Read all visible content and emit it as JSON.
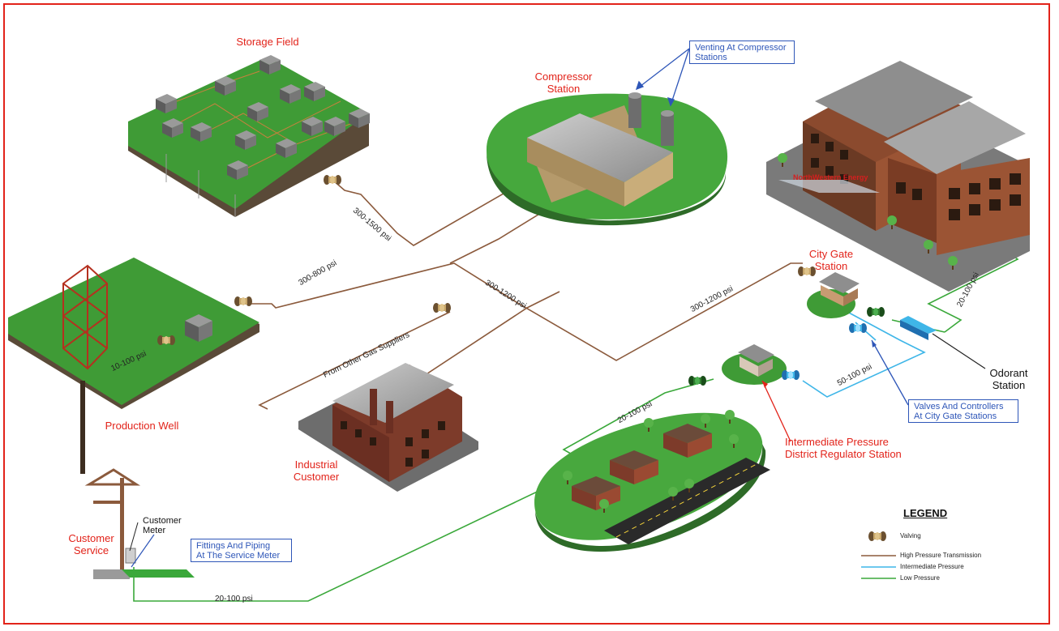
{
  "labels": {
    "storage_field": "Storage Field",
    "compressor_station": "Compressor\nStation",
    "production_well": "Production Well",
    "industrial_customer": "Industrial\nCustomer",
    "city_gate_station": "City Gate\nStation",
    "intermediate_station": "Intermediate Pressure\nDistrict Regulator Station",
    "customer_service": "Customer\nService",
    "customer_meter": "Customer\nMeter",
    "odorant_station": "Odorant\nStation",
    "other_suppliers": "From Other Gas Suppliers",
    "company_sign": "NorthWestern Energy"
  },
  "callouts": {
    "venting": "Venting At Compressor\nStations",
    "valves_controllers": "Valves And Controllers\nAt City Gate Stations",
    "fittings": "Fittings And Piping\nAt The Service Meter"
  },
  "pressures": {
    "p1": "300-1500 psi",
    "p2": "300-800 psi",
    "p3": "10-100 psi",
    "p4": "300-1200 psi",
    "p5": "300-1200 psi",
    "p6": "20-100 psi",
    "p7": "50-100 psi",
    "p8": "20-100 psi",
    "p9": "20-100 psi"
  },
  "legend": {
    "title": "LEGEND",
    "items": [
      {
        "label": "Valving",
        "kind": "valve"
      },
      {
        "label": "High Pressure Transmission",
        "kind": "line",
        "color": "#8b5a3c"
      },
      {
        "label": "Intermediate Pressure",
        "kind": "line",
        "color": "#3fb6e8"
      },
      {
        "label": "Low Pressure",
        "kind": "line",
        "color": "#3aa83a"
      }
    ]
  },
  "colors": {
    "high": "#8b5a3c",
    "intermediate": "#3fb6e8",
    "low": "#3aa83a",
    "label": "#e2231a",
    "callout": "#2e56b8",
    "grass": "#3f9b36",
    "soil": "#5a4a38"
  }
}
